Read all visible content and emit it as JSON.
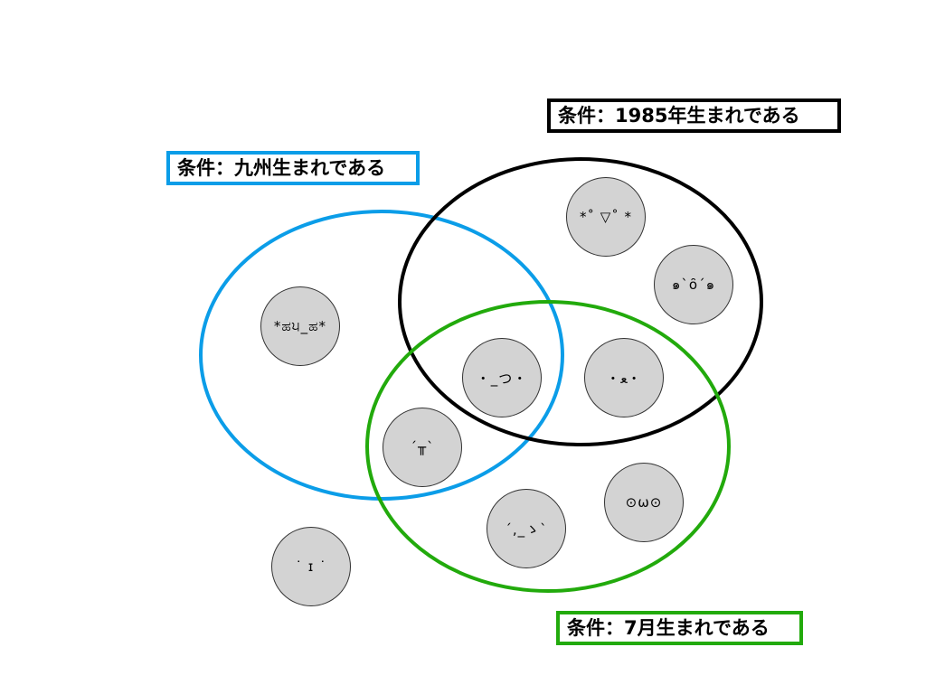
{
  "colors": {
    "kyushu": "#0b9de8",
    "year1985": "#000000",
    "july": "#22aa0c",
    "face_fill": "#d3d3d3"
  },
  "labels": {
    "kyushu": "条件：九州生まれである",
    "year1985": "条件：1985年生まれである",
    "july": "条件：7月生まれである"
  },
  "faces": [
    {
      "id": "sparkle-eyes",
      "text": "*˚ ▽˚ *"
    },
    {
      "id": "thai-eyes",
      "text": "๑`ȏ´๑"
    },
    {
      "id": "blush",
      "text": "*ಹ੫_ಹ*"
    },
    {
      "id": "worried",
      "text": "・_つ・"
    },
    {
      "id": "cat-mouth",
      "text": "・ﻌ・"
    },
    {
      "id": "grimace",
      "text": "´╥`"
    },
    {
      "id": "omega",
      "text": "⊙ω⊙"
    },
    {
      "id": "sweat",
      "text": "´,_ゝ`"
    },
    {
      "id": "plain",
      "text": "˙ ɪ ˙"
    }
  ]
}
